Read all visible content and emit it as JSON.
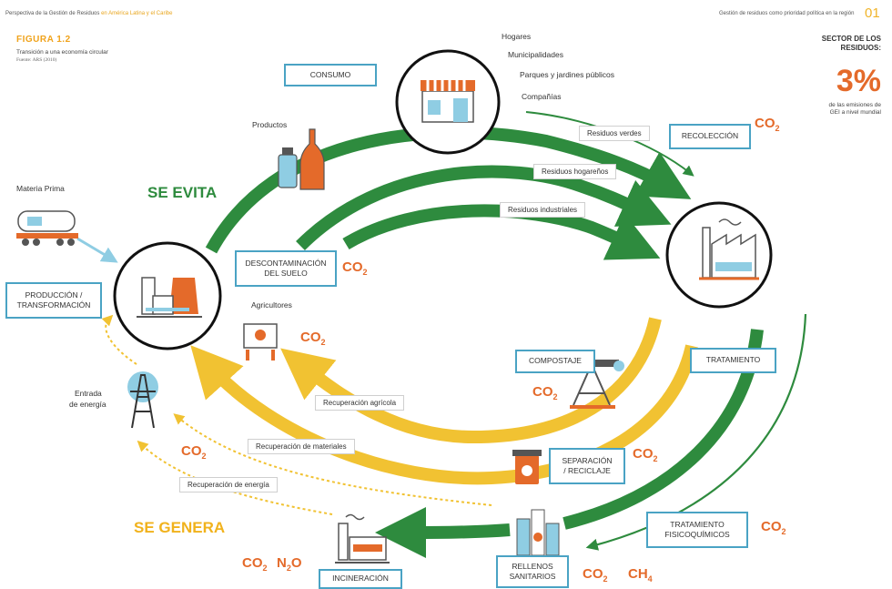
{
  "header": {
    "left_a": "Perspectiva de la Gestión de Residuos",
    "left_b": "en América Latina y el Caribe",
    "right_a": "Gestión de residuos",
    "right_b": "como prioridad política en la región",
    "page": "01"
  },
  "figure": {
    "label": "FIGURA 1.2",
    "title": "Transición a una economía circular",
    "source": "Fuente: ARS (2010)"
  },
  "sector": {
    "title_1": "SECTOR DE LOS",
    "title_2": "RESIDUOS:",
    "percent": "3%",
    "note_1": "de las emisiones de",
    "note_2": "GEI a nivel mundial"
  },
  "sources": {
    "hogares": "Hogares",
    "municipalidades": "Municipalidades",
    "parques": "Parques y jardines públicos",
    "companias": "Compañías"
  },
  "boxes": {
    "consumo": "CONSUMO",
    "recoleccion": "RECOLECCIÓN",
    "descontaminacion_1": "DESCONTAMINACIÓN",
    "descontaminacion_2": "DEL SUELO",
    "produccion_1": "PRODUCCIÓN /",
    "produccion_2": "TRANSFORMACIÓN",
    "compostaje": "COMPOSTAJE",
    "tratamiento": "TRATAMIENTO",
    "separacion_1": "SEPARACIÓN",
    "separacion_2": "/ RECICLAJE",
    "fisico_1": "TRATAMIENTO",
    "fisico_2": "FISICOQUÍMICOS",
    "rellenos_1": "RELLENOS",
    "rellenos_2": "SANITARIOS",
    "incineracion": "INCINERACIÓN"
  },
  "labels": {
    "productos": "Productos",
    "materia_prima": "Materia Prima",
    "agricultores": "Agricultores",
    "entrada_1": "Entrada",
    "entrada_2": "de energía"
  },
  "tags": {
    "residuos_verdes": "Residuos verdes",
    "residuos_hogarenos": "Residuos hogareños",
    "residuos_industriales": "Residuos industriales",
    "recuperacion_agricola": "Recuperación agrícola",
    "recuperacion_materiales": "Recuperación de materiales",
    "recuperacion_energia": "Recuperación de energía"
  },
  "emissions": {
    "co": "CO",
    "two": "2",
    "n": "N",
    "o": "O",
    "ch": "CH",
    "four": "4"
  },
  "phrases": {
    "se_evita": "SE EVITA",
    "se_genera": "SE GENERA"
  },
  "colors": {
    "green": "#2e8b3e",
    "yellow": "#f1c232",
    "orange": "#e46a2a",
    "box_border": "#4aa3c4",
    "accent_title": "#f0a31c"
  }
}
